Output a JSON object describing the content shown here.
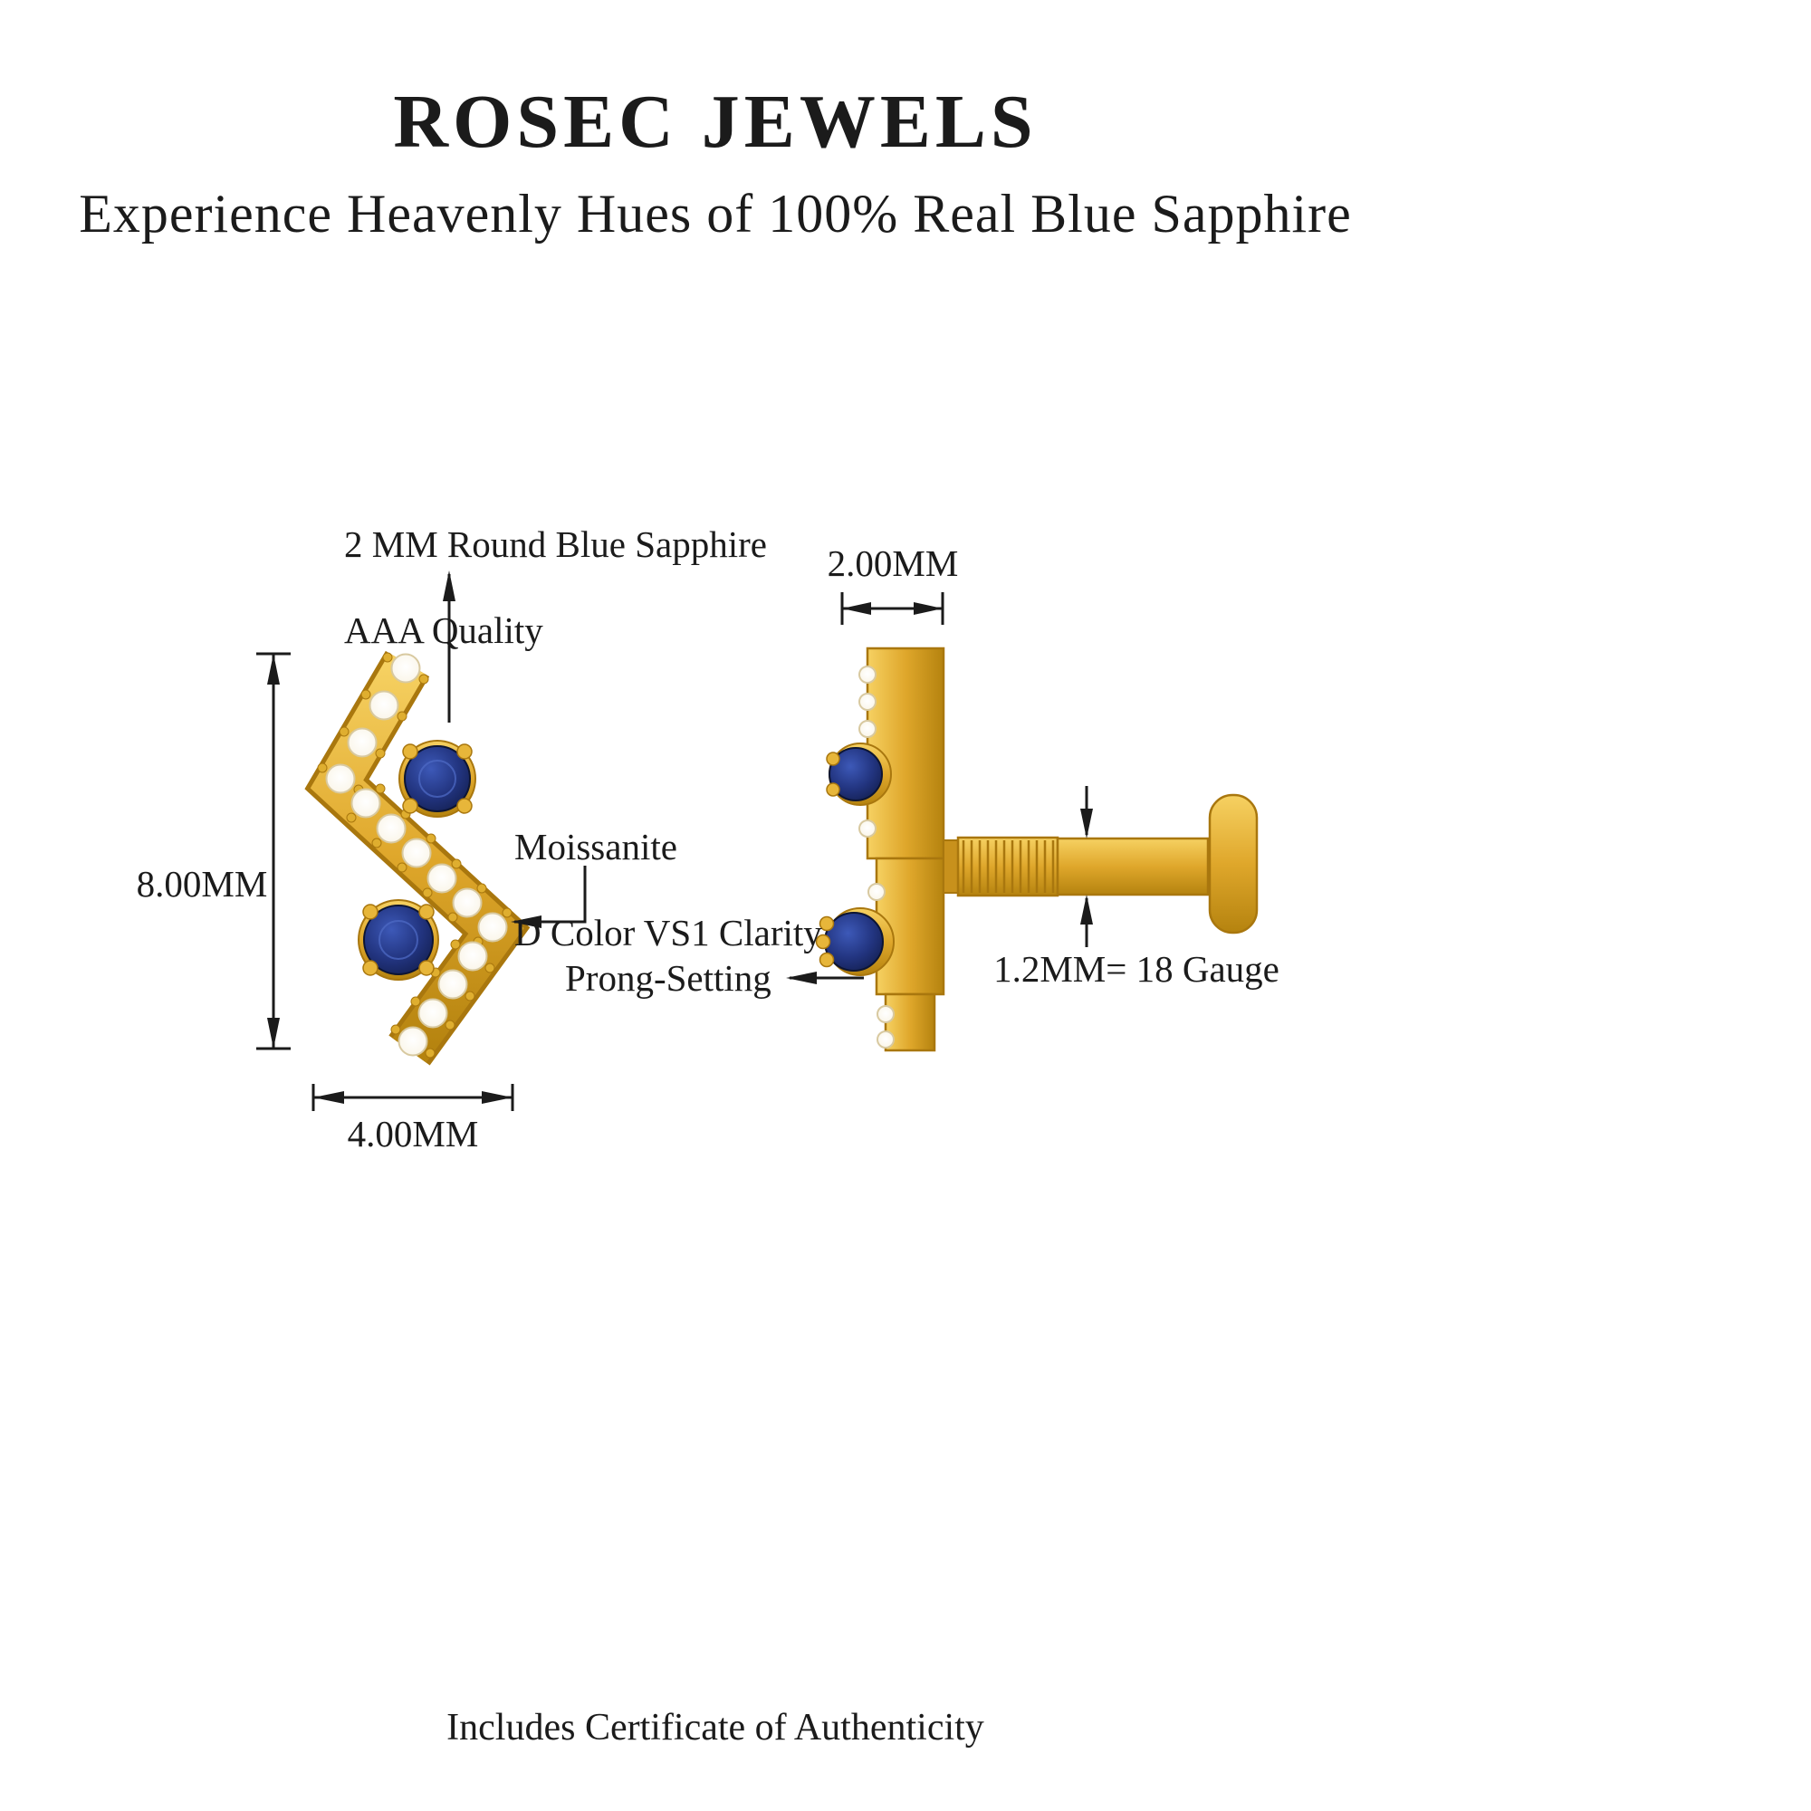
{
  "header": {
    "brand": "ROSEC JEWELS",
    "tagline": "Experience Heavenly Hues of 100% Real Blue Sapphire"
  },
  "front_view": {
    "label_sapphire_line1": "2 MM Round Blue Sapphire",
    "label_sapphire_line2": "AAA Quality",
    "label_moissanite_line1": "Moissanite",
    "label_moissanite_line2": "D Color VS1 Clarity",
    "dim_height": "8.00MM",
    "dim_width": "4.00MM"
  },
  "side_view": {
    "label_prong": "Prong-Setting",
    "dim_depth": "2.00MM",
    "dim_gauge": "1.2MM= 18 Gauge"
  },
  "footer": {
    "certificate": "Includes Certificate of Authenticity"
  },
  "colors": {
    "gold": "#D9A527",
    "gold_dark": "#A9770E",
    "gold_light": "#F6D162",
    "sapphire_blue": "#22347F",
    "diamond_white": "#FFFFFF",
    "text": "#1B1B1B",
    "background": "#FFFFFF"
  }
}
